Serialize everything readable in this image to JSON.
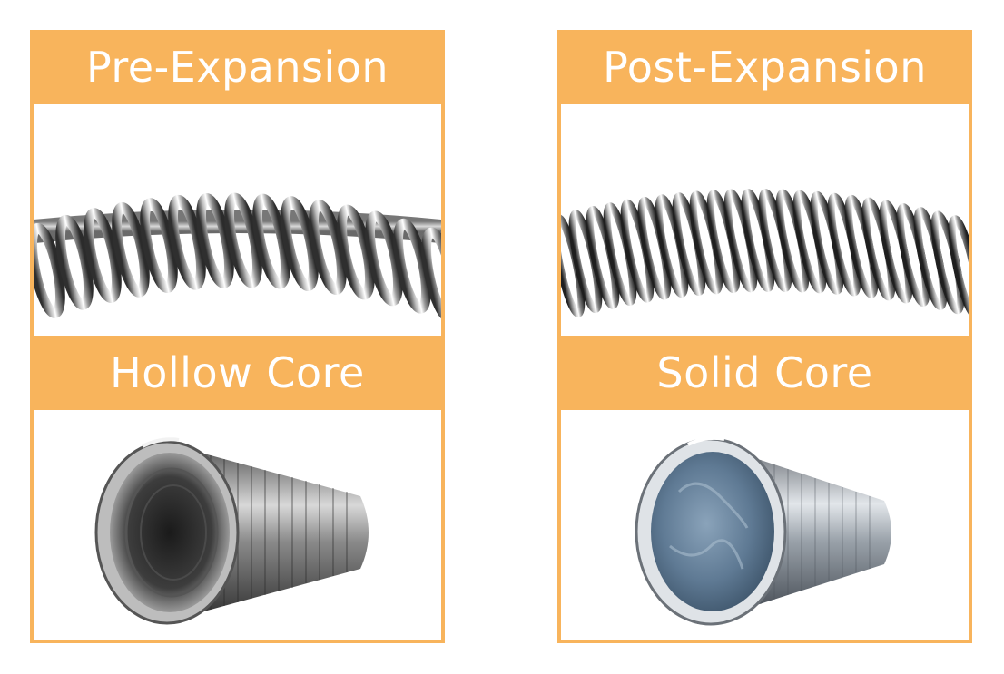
{
  "panels": [
    {
      "top_title": "Pre-Expansion",
      "bottom_title": "Hollow Core"
    },
    {
      "top_title": "Post-Expansion",
      "bottom_title": "Solid Core"
    }
  ],
  "colors": {
    "accent": "#f8b45c",
    "metal_light": "#f4f4f4",
    "metal_dark": "#3a3a3a",
    "core_blue": "#6f8aa4"
  },
  "icons": [
    "open-coil-spring-image",
    "tight-coil-spring-image",
    "hollow-core-tube-image",
    "solid-core-tube-image"
  ]
}
